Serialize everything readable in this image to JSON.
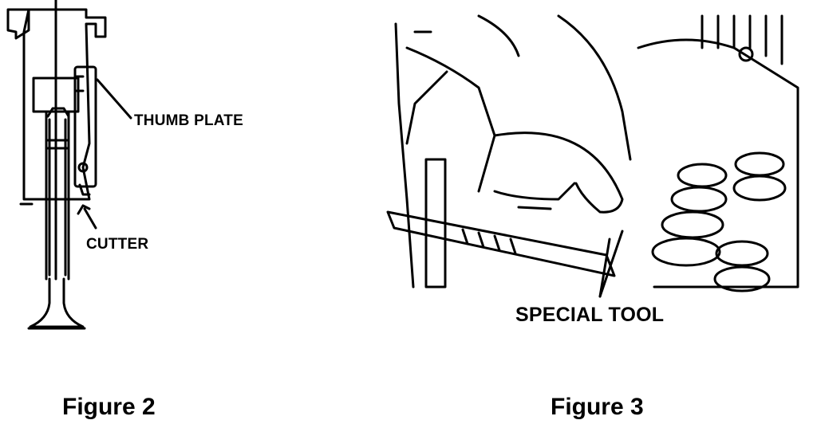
{
  "figure2": {
    "caption": "Figure 2",
    "callouts": {
      "thumb_plate": "THUMB PLATE",
      "cutter": "CUTTER"
    }
  },
  "figure3": {
    "caption": "Figure 3",
    "callouts": {
      "special_tool": "SPECIAL TOOL"
    }
  },
  "colors": {
    "ink": "#000000",
    "paper": "#ffffff"
  }
}
